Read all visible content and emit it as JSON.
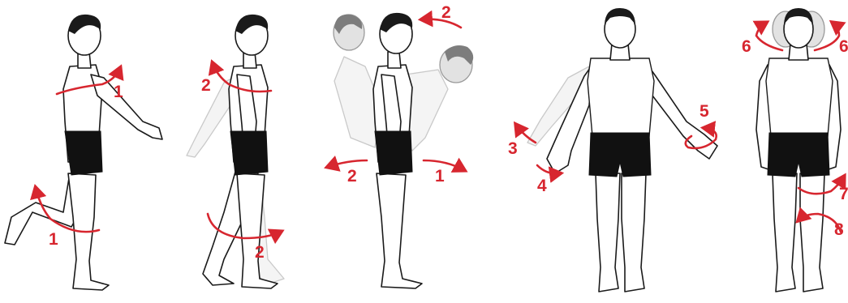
{
  "colors": {
    "accent": "#d7262f",
    "ink": "#1a1a1a",
    "shorts": "#111111",
    "ghost": "#9a9a9a"
  },
  "figures": [
    {
      "labels": [
        "1",
        "1"
      ]
    },
    {
      "labels": [
        "2",
        "2"
      ]
    },
    {
      "labels": [
        "2",
        "2",
        "1"
      ]
    },
    {
      "labels": [
        "3",
        "4",
        "5"
      ]
    },
    {
      "labels": [
        "6",
        "6",
        "7",
        "8"
      ]
    }
  ]
}
